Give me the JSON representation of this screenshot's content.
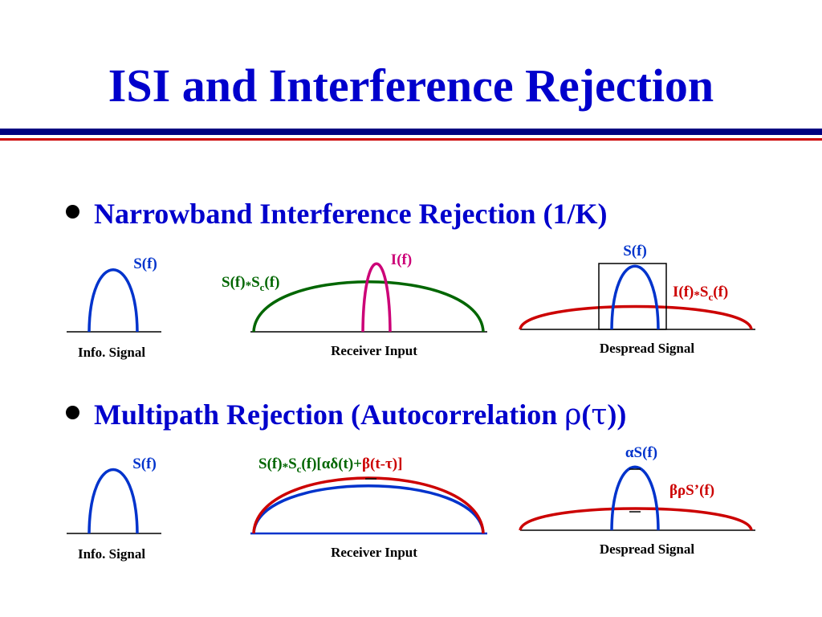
{
  "title": "ISI and Interference Rejection",
  "colors": {
    "title": "#0000cc",
    "signal_blue": "#0033cc",
    "spread_green": "#006600",
    "interference_magenta": "#cc0077",
    "red": "#cc0000",
    "navy_rule": "#000080"
  },
  "section1": {
    "heading": "Narrowband Interference Rejection (1/K)",
    "panel_info": {
      "signal_label": "S(f)",
      "caption": "Info. Signal"
    },
    "panel_receiver": {
      "spread_label_main": "S(f)",
      "spread_label_op": "*",
      "spread_label_s": "S",
      "spread_label_sub": "c",
      "spread_label_tail": "(f)",
      "interference_label": "I(f)",
      "caption": "Receiver Input"
    },
    "panel_despread": {
      "signal_label": "S(f)",
      "interference_label_main": "I(f)",
      "interference_label_op": "*",
      "interference_label_s": "S",
      "interference_label_sub": "c",
      "interference_label_tail": "(f)",
      "caption": "Despread Signal"
    }
  },
  "section2": {
    "heading_prefix": "Multipath Rejection (Autocorrelation ",
    "heading_rho": "ρ",
    "heading_open": "(",
    "heading_tau": "τ",
    "heading_close": "))",
    "panel_info": {
      "signal_label": "S(f)",
      "caption": "Info. Signal"
    },
    "panel_receiver": {
      "label_main": "S(f)",
      "label_op": "*",
      "label_s": "S",
      "label_sub": "c",
      "label_bracket_open": "(f)[",
      "label_alpha_delta": "αδ(t)+",
      "label_beta": "β",
      "label_tail": "(t-τ)]",
      "caption": "Receiver Input"
    },
    "panel_despread": {
      "signal_label": "αS(f)",
      "multipath_label": "βρS’(f)",
      "caption": "Despread Signal"
    }
  }
}
